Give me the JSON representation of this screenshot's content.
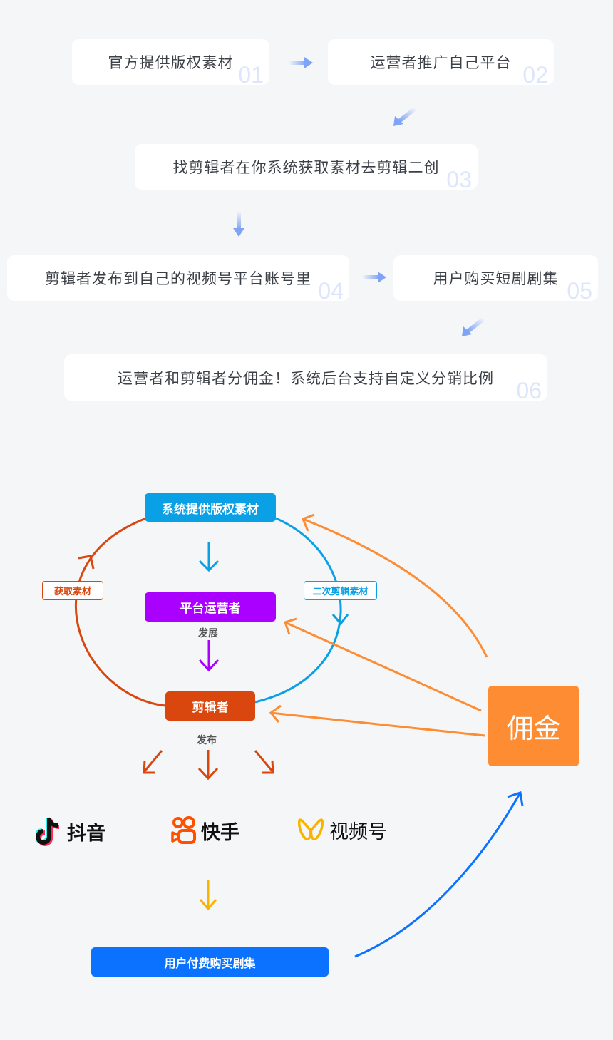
{
  "steps": [
    {
      "text": "官方提供版权素材",
      "num": "01"
    },
    {
      "text": "运营者推广自己平台",
      "num": "02"
    },
    {
      "text": "找剪辑者在你系统获取素材去剪辑二创",
      "num": "03"
    },
    {
      "text": "剪辑者发布到自己的视频号平台账号里",
      "num": "04"
    },
    {
      "text": "用户购买短剧剧集",
      "num": "05"
    },
    {
      "text": "运营者和剪辑者分佣金！系统后台支持自定义分销比例",
      "num": "06"
    }
  ],
  "diagram": {
    "nodes": {
      "system": "系统提供版权素材",
      "operator": "平台运营者",
      "editor": "剪辑者",
      "user_pay": "用户付费购买剧集",
      "commission": "佣金"
    },
    "tags": {
      "get_material": "获取素材",
      "re_edit": "二次剪辑素材"
    },
    "captions": {
      "develop": "发展",
      "publish": "发布"
    },
    "platforms": [
      {
        "name": "抖音",
        "icon": "douyin-icon"
      },
      {
        "name": "快手",
        "icon": "kuaishou-icon"
      },
      {
        "name": "视频号",
        "icon": "channels-icon"
      }
    ],
    "colors": {
      "step_arrow": "#7fa4f5",
      "system": "#0aa0e6",
      "operator": "#aa00ff",
      "editor": "#d9470f",
      "commission": "#fd8c33",
      "user_pay": "#0a72ff",
      "yellow_arrow": "#f8b400"
    }
  }
}
